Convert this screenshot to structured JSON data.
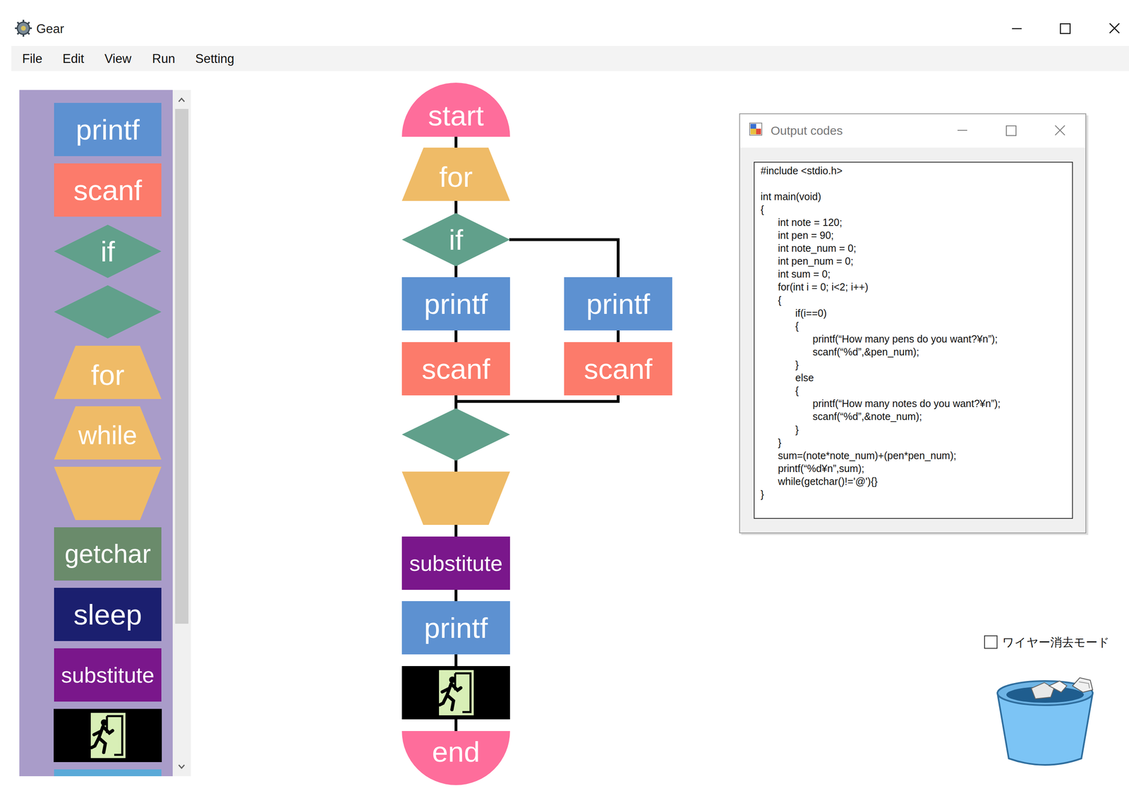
{
  "diagram": {
    "nodes": [
      {
        "text": [
          "printf"
        ]
      },
      {
        "text": [
          "scanf"
        ]
      },
      {
        "text": [
          "if"
        ]
      },
      {
        "text": [
          "for"
        ]
      },
      {
        "text": [
          "while"
        ]
      },
      {
        "text": [
          "getchar"
        ]
      },
      {
        "text": [
          "sleep"
        ]
      },
      {
        "text": [
          "substitute"
        ]
      },
      {
        "text": [
          "start"
        ]
      },
      {
        "text": [
          "for"
        ]
      },
      {
        "text": [
          "if"
        ]
      },
      {
        "text": [
          "printf"
        ]
      },
      {
        "text": [
          "printf"
        ]
      },
      {
        "text": [
          "scanf"
        ]
      },
      {
        "text": [
          "scanf"
        ]
      },
      {
        "text": [
          "substitute"
        ]
      },
      {
        "text": [
          "printf"
        ]
      },
      {
        "text": [
          "end"
        ]
      }
    ],
    "edges": [
      {
        "from": 8,
        "to": 9,
        "arrow": "none"
      },
      {
        "from": 9,
        "to": 10,
        "arrow": "none"
      },
      {
        "from": 10,
        "to": 11,
        "arrow": "none"
      },
      {
        "from": 10,
        "to": 12,
        "arrow": "none"
      },
      {
        "from": 11,
        "to": 13,
        "arrow": "none"
      },
      {
        "from": 12,
        "to": 14,
        "arrow": "none"
      },
      {
        "from": 15,
        "to": 16,
        "arrow": "none"
      }
    ],
    "labels": [
      "Gear",
      "File",
      "Edit",
      "View",
      "Run",
      "Setting",
      "Output codes",
      "#include <stdio.h>",
      "int main(void)",
      "{",
      "int note = 120;",
      "int pen = 90;",
      "int note_num = 0;",
      "int pen_num = 0;",
      "int sum = 0;",
      "for(int i = 0; i<2; i++)",
      "{",
      "if(i==0)",
      "{",
      "printf(“How many pens do you want?¥n”);",
      "scanf(“%d”,&pen_num);",
      "}",
      "else",
      "{",
      "printf(“How many notes do you want?¥n”);",
      "scanf(“%d”,&note_num);",
      "}",
      "}",
      "sum=(note*note_num)+(pen*pen_num);",
      "printf(“%d¥n”,sum);",
      "while(getchar()!='@'){}",
      "}",
      "ワイヤー消去モード"
    ]
  }
}
